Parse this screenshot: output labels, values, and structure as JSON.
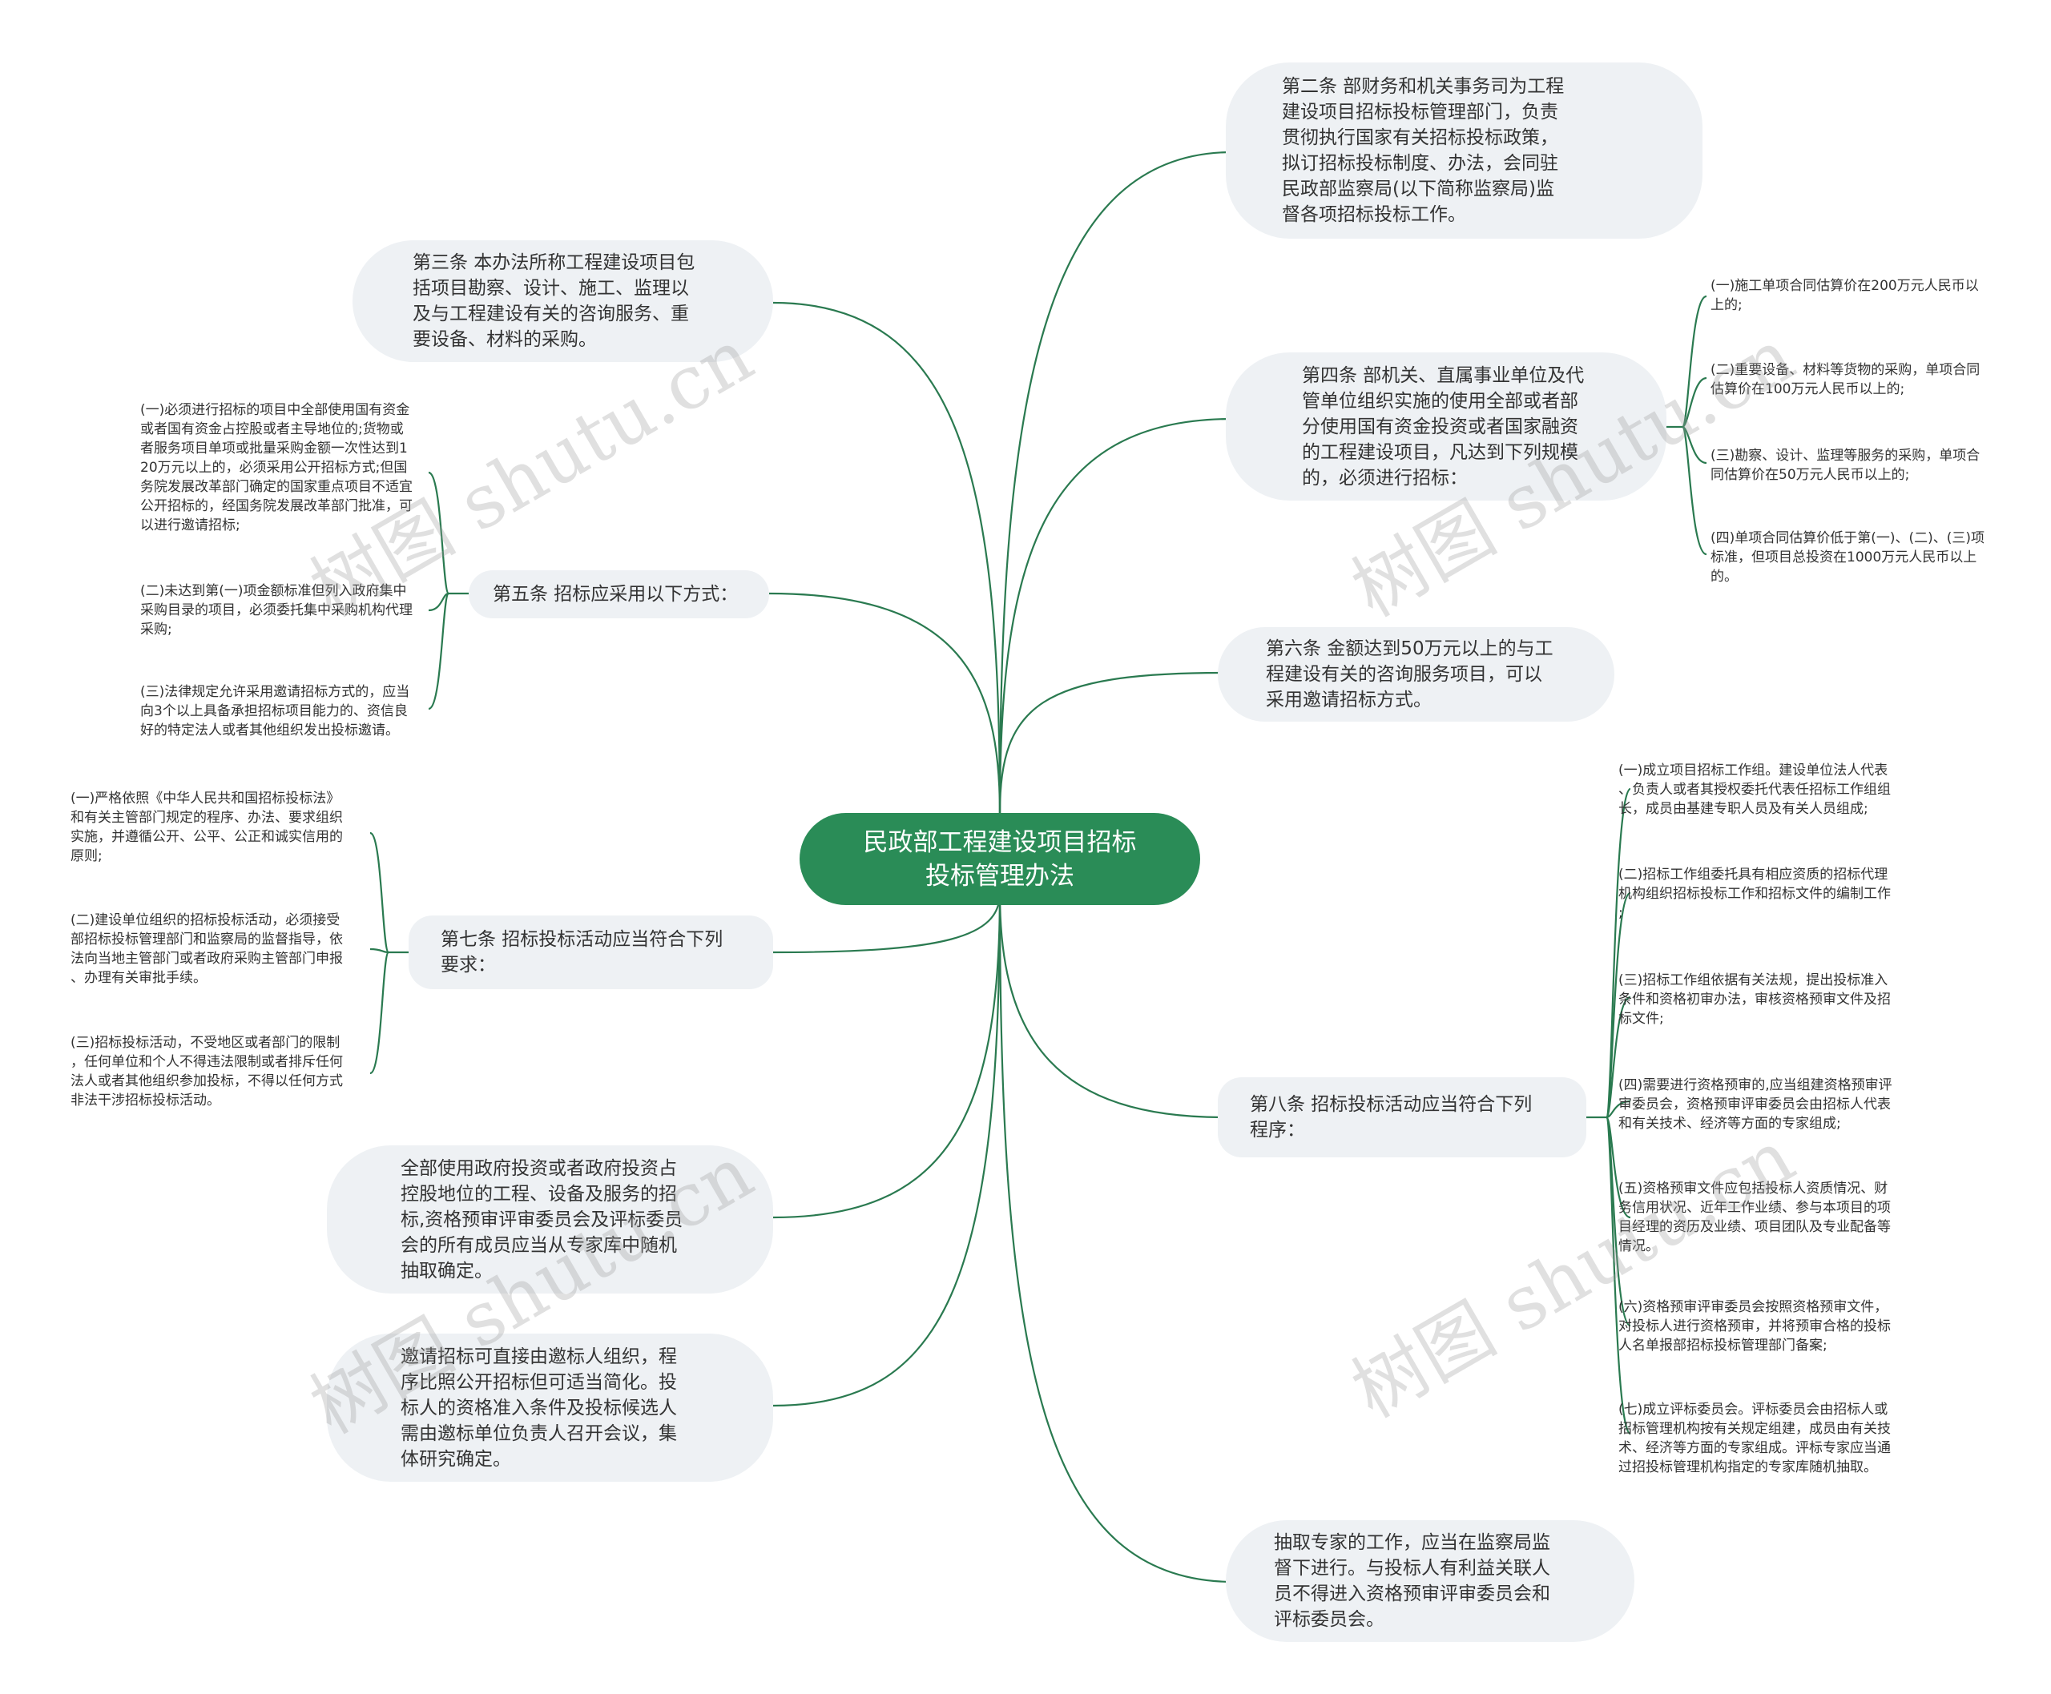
{
  "root": {
    "text": "民政部工程建设项目招标\n投标管理办法"
  },
  "colors": {
    "root": "#2a8c57",
    "line": "#2a7a50",
    "bubble": "#eef1f4"
  },
  "left": {
    "art3": "第三条 本办法所称工程建设项目包\n括项目勘察、设计、施工、监理以\n及与工程建设有关的咨询服务、重\n要设备、材料的采购。",
    "art5": "第五条 招标应采用以下方式：",
    "art5_items": [
      "(一)必须进行招标的项目中全部使用国有资金\n或者国有资金占控股或者主导地位的;货物或\n者服务项目单项或批量采购金额一次性达到1\n20万元以上的，必须采用公开招标方式;但国\n务院发展改革部门确定的国家重点项目不适宜\n公开招标的，经国务院发展改革部门批准，可\n以进行邀请招标;",
      "(二)未达到第(一)项金额标准但列入政府集中\n采购目录的项目，必须委托集中采购机构代理\n采购;",
      "(三)法律规定允许采用邀请招标方式的，应当\n向3个以上具备承担招标项目能力的、资信良\n好的特定法人或者其他组织发出投标邀请。"
    ],
    "art7": "第七条 招标投标活动应当符合下列\n要求：",
    "art7_items": [
      "(一)严格依照《中华人民共和国招标投标法》\n和有关主管部门规定的程序、办法、要求组织\n实施，并遵循公开、公平、公正和诚实信用的\n原则;",
      "(二)建设单位组织的招标投标活动，必须接受\n部招标投标管理部门和监察局的监督指导，依\n法向当地主管部门或者政府采购主管部门申报\n、办理有关审批手续。",
      "(三)招标投标活动，不受地区或者部门的限制\n，任何单位和个人不得违法限制或者排斥任何\n法人或者其他组织参加投标，不得以任何方式\n非法干涉招标投标活动。"
    ],
    "expert": "全部使用政府投资或者政府投资占\n控股地位的工程、设备及服务的招\n标,资格预审评审委员会及评标委员\n会的所有成员应当从专家库中随机\n抽取确定。",
    "invite": "邀请招标可直接由邀标人组织，程\n序比照公开招标但可适当简化。投\n标人的资格准入条件及投标候选人\n需由邀标单位负责人召开会议，集\n体研究确定。"
  },
  "right": {
    "art2": "第二条 部财务和机关事务司为工程\n建设项目招标投标管理部门，负责\n贯彻执行国家有关招标投标政策，\n拟订招标投标制度、办法，会同驻\n民政部监察局(以下简称监察局)监\n督各项招标投标工作。",
    "art4": "第四条 部机关、直属事业单位及代\n管单位组织实施的使用全部或者部\n分使用国有资金投资或者国家融资\n的工程建设项目，凡达到下列规模\n的，必须进行招标：",
    "art4_items": [
      "(一)施工单项合同估算价在200万元人民币以\n上的;",
      "(二)重要设备、材料等货物的采购，单项合同\n估算价在100万元人民币以上的;",
      "(三)勘察、设计、监理等服务的采购，单项合\n同估算价在50万元人民币以上的;",
      "(四)单项合同估算价低于第(一)、(二)、(三)项\n标准，但项目总投资在1000万元人民币以上\n的。"
    ],
    "art6": "第六条 金额达到50万元以上的与工\n程建设有关的咨询服务项目，可以\n采用邀请招标方式。",
    "art8": "第八条 招标投标活动应当符合下列\n程序：",
    "art8_items": [
      "(一)成立项目招标工作组。建设单位法人代表\n、负责人或者其授权委托代表任招标工作组组\n长，成员由基建专职人员及有关人员组成;",
      "(二)招标工作组委托具有相应资质的招标代理\n机构组织招标投标工作和招标文件的编制工作\n;",
      "(三)招标工作组依据有关法规，提出投标准入\n条件和资格初审办法，审核资格预审文件及招\n标文件;",
      "(四)需要进行资格预审的,应当组建资格预审评\n审委员会，资格预审评审委员会由招标人代表\n和有关技术、经济等方面的专家组成;",
      "(五)资格预审文件应包括投标人资质情况、财\n务信用状况、近年工作业绩、参与本项目的项\n目经理的资历及业绩、项目团队及专业配备等\n情况。",
      "(六)资格预审评审委员会按照资格预审文件，\n对投标人进行资格预审，并将预审合格的投标\n人名单报部招标投标管理部门备案;",
      "(七)成立评标委员会。评标委员会由招标人或\n招标管理机构按有关规定组建，成员由有关技\n术、经济等方面的专家组成。评标专家应当通\n过招投标管理机构指定的专家库随机抽取。"
    ],
    "supervise": "抽取专家的工作，应当在监察局监\n督下进行。与投标人有利益关联人\n员不得进入资格预审评审委员会和\n评标委员会。"
  },
  "watermark": "树图 shutu.cn"
}
